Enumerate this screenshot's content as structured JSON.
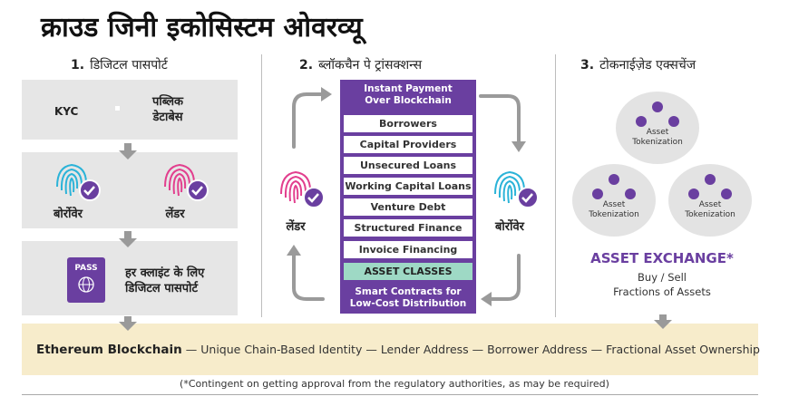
{
  "title": "क्राउड जिनी इकोसिस्टम ओवरव्यू",
  "columns": [
    {
      "num": "1.",
      "label": "डिजिटल पासपोर्ट"
    },
    {
      "num": "2.",
      "label": "ब्लॉकचैन पे ट्रांसक्शन्स"
    },
    {
      "num": "3.",
      "label": "टोकनाईज़ेड एक्सचेंज"
    }
  ],
  "passport": {
    "kyc": "KYC",
    "public_db_line1": "पब्लिक",
    "public_db_line2": "डेटाबेस",
    "borrower": "बोर्रोवेर",
    "lender": "लेंडर",
    "pass": "PASS",
    "passport_line1": "हर क्लाइंट के लिए",
    "passport_line2": "डिजिटल पासपोर्ट"
  },
  "blockchain": {
    "top_line1": "Instant Payment",
    "top_line2": "Over Blockchain",
    "items": [
      "Borrowers",
      "Capital Providers",
      "Unsecured Loans",
      "Working Capital Loans",
      "Venture Debt",
      "Structured Finance",
      "Invoice Financing"
    ],
    "classes": "ASSET CLASSES",
    "bottom_line1": "Smart Contracts for",
    "bottom_line2": "Low-Cost Distribution",
    "lender": "लेंडर",
    "borrower": "बोर्रोवेर"
  },
  "exchange": {
    "token_line1": "Asset",
    "token_line2": "Tokenization",
    "title": "ASSET EXCHANGE*",
    "sub_line1": "Buy / Sell",
    "sub_line2": "Fractions of Assets"
  },
  "footer": {
    "chain": "Ethereum Blockchain",
    "sep": "—",
    "items": [
      "Unique Chain-Based Identity",
      "Lender Address",
      "Borrower Address",
      "Fractional Asset Ownership"
    ],
    "note": "(*Contingent on getting approval from the regulatory authorities, as may be required)"
  },
  "colors": {
    "purple": "#6a3fa0",
    "teal": "#9ed9c5",
    "grey": "#e6e6e6",
    "cream": "#f7eccb"
  }
}
